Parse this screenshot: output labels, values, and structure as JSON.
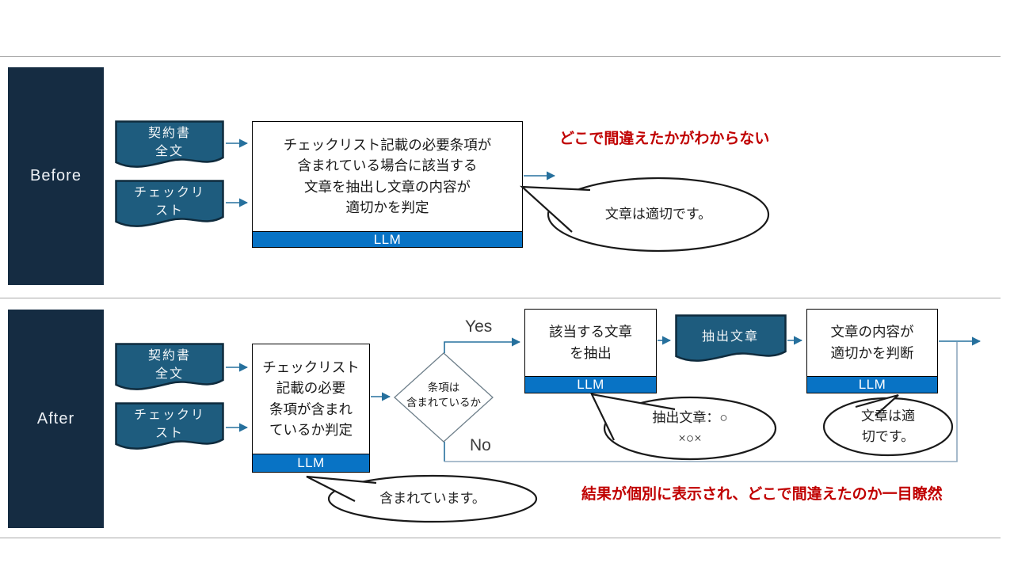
{
  "colors": {
    "sidebar-navy": "#152C42",
    "doc-fill": "#1E5C7E",
    "doc-border": "#0F2B3D",
    "llm-blue": "#0873C5",
    "arrow-blue": "#26709D",
    "connector-light": "#8FA8BE",
    "annotation-red": "#C00000",
    "divider-gray": "#A9A9A9",
    "diamond-gray": "#6E7F8A",
    "bubble-stroke": "#1A1A1A"
  },
  "labels": {
    "llm": "LLM"
  },
  "sections": {
    "before": {
      "label": "Before",
      "doc1": "契約書\n全文",
      "doc2": "チェックリ\nスト",
      "process": "チェックリスト記載の必要条項が\n含まれている場合に該当する\n文章を抽出し文章の内容が\n適切かを判定",
      "annotation": "どこで間違えたかがわからない",
      "bubble": "文章は適切です。"
    },
    "after": {
      "label": "After",
      "doc1": "契約書\n全文",
      "doc2": "チェックリ\nスト",
      "process1": "チェックリスト\n記載の必要\n条項が含まれ\nているか判定",
      "decision": "条項は\n含まれているか",
      "yes_label": "Yes",
      "no_label": "No",
      "process2": "該当する文章\nを抽出",
      "doc3": "抽出文章",
      "process3": "文章の内容が\n適切かを判断",
      "bubble1": "含まれています。",
      "bubble2": "抽出文章：○\n×○×",
      "bubble3": "文章は適\n切です。",
      "annotation": "結果が個別に表示され、どこで間違えたのか一目瞭然"
    }
  }
}
